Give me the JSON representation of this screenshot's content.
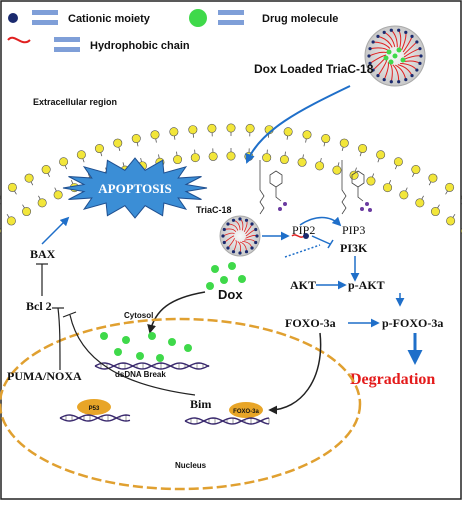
{
  "legend": {
    "cationic": "Cationic moiety",
    "drug": "Drug molecule",
    "hydrophobic": "Hydrophobic chain"
  },
  "title_loaded": "Dox Loaded TriaC-18",
  "regions": {
    "extracellular": "Extracellular region",
    "cytosol": "Cytosol",
    "nucleus": "Nucleus"
  },
  "labels": {
    "apoptosis": "APOPTOSIS",
    "triac": "TriaC-18",
    "pip2": "PIP2",
    "pip3": "PIP3",
    "pi3k": "PI3K",
    "akt": "AKT",
    "pakt": "p-AKT",
    "foxo": "FOXO-3a",
    "pfoxo": "p-FOXO-3a",
    "degradation": "Degradation",
    "dox": "Dox",
    "bax": "BAX",
    "bcl2": "Bcl 2",
    "puma": "PUMA/NOXA",
    "p53": "P53",
    "bim": "Bim",
    "foxo_small": "FOXO-3a",
    "dsdna": "dsDNA Break"
  },
  "colors": {
    "membrane_head": "#f2e63a",
    "arrow_blue": "#1f6fc9",
    "legend_bar": "#7f9fd8",
    "drug_green": "#3fd94a",
    "cationic_dot": "#1a2a6e",
    "hydrophobic_red": "#e02020",
    "degradation_red": "#e41b1b",
    "apoptosis_star": "#3b8ed6",
    "protein_orange": "#e8a528",
    "nucleus_stroke": "#e0a030"
  }
}
